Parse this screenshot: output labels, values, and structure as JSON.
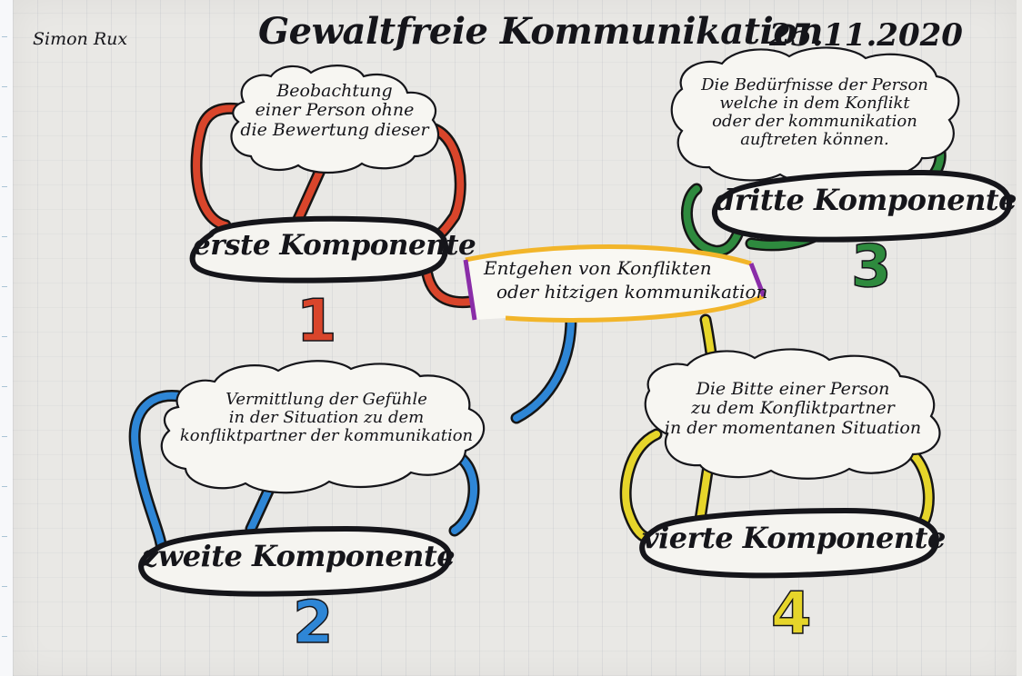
{
  "header": {
    "author": "Simon Rux",
    "title": "Gewaltfreie Kommunikation",
    "date": "25.11.2020"
  },
  "center": {
    "lines": [
      "Entgehen von Konflikten",
      "oder hitzigen kommunikation"
    ]
  },
  "components": [
    {
      "label": "erste Komponente",
      "number": "1",
      "color": "#d9452b",
      "description": [
        "Beobachtung",
        "einer Person ohne",
        "die Bewertung dieser"
      ]
    },
    {
      "label": "zweite Komponente",
      "number": "2",
      "color": "#2e86d6",
      "description": [
        "Vermittlung der Gefühle",
        "in der Situation zu dem",
        "konfliktpartner der kommunikation"
      ]
    },
    {
      "label": "dritte Komponente",
      "number": "3",
      "color": "#2e8a3e",
      "description": [
        "Die Bedürfnisse der Person",
        "welche in dem Konflikt",
        "oder der kommunikation",
        "auftreten können."
      ]
    },
    {
      "label": "vierte Komponente",
      "number": "4",
      "color": "#e6d52a",
      "description": [
        "Die Bitte einer Person",
        "zu dem Konfliktpartner",
        "in der momentanen Situation"
      ]
    }
  ],
  "colors": {
    "center_border_top": "#f2b52a",
    "center_border_side": "#8a2da8",
    "ink": "#15151a"
  }
}
